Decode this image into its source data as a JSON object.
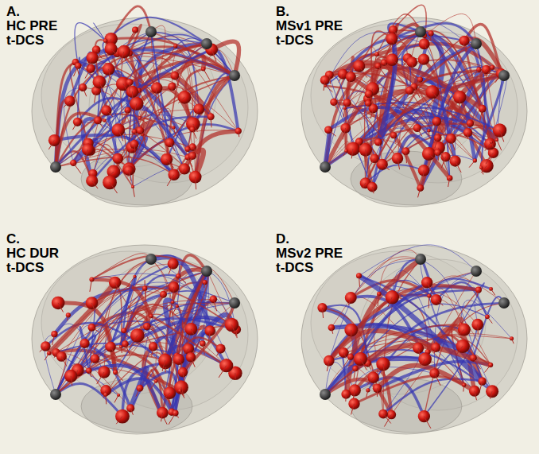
{
  "diagram": {
    "labels": [
      "A.",
      "HC PRE",
      "t-DCS",
      "B.",
      "MSv1 PRE",
      "t-DCS",
      "C.",
      "HC DUR",
      "t-DCS",
      "D.",
      "MSv2 PRE",
      "t-DCS"
    ]
  }
}
